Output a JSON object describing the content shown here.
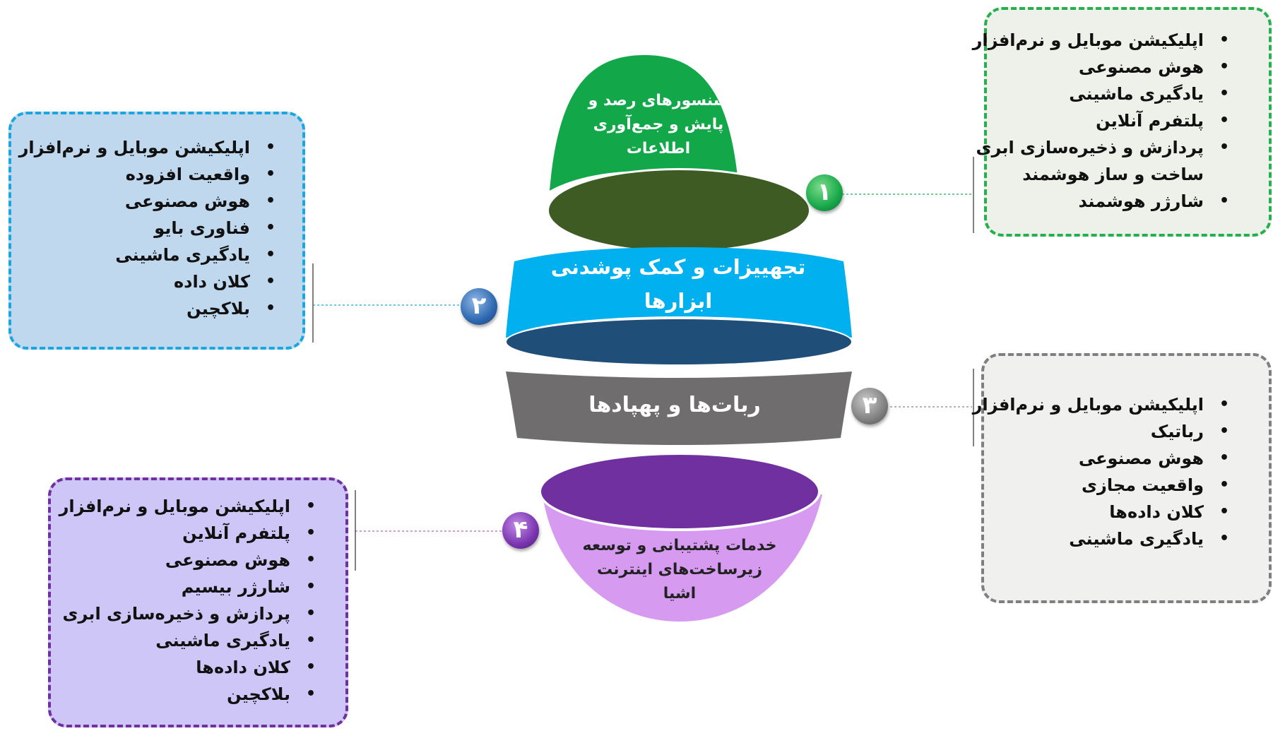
{
  "colors": {
    "green": "#12a84a",
    "green_dark": "#3d5b22",
    "blue": "#00b0ef",
    "blue_dark": "#1f4e79",
    "gray": "#6f6d6d",
    "purple_dark": "#7030a0",
    "purple_light": "#d69af0"
  },
  "layers": [
    {
      "number": "۱",
      "label": "سنسورهای رصد و پایش و جمع‌آوری اطلاعات",
      "label_lines": [
        "سنسورهای رصد و",
        "پایش و جمع‌آوری",
        "اطلاعات"
      ]
    },
    {
      "number": "۲",
      "label": "تجهییزات و کمک پوشدنی ابزارها",
      "label_lines": [
        "تجهییزات و کمک پوشدنی",
        "ابزارها"
      ]
    },
    {
      "number": "۳",
      "label": "ربات‌ها و پهپادها",
      "label_lines": [
        "ربات‌ها و پهپادها"
      ]
    },
    {
      "number": "۴",
      "label": "خدمات پشتیبانی و توسعه زیرساخت‌های اینترنت اشیا",
      "label_lines": [
        "خدمات پشتیبانی و توسعه",
        "زیرساخت‌های اینترنت",
        "اشیا"
      ]
    }
  ],
  "boxes": {
    "box1": [
      "اپلیکیشن موبایل و نرم‌افزار",
      "هوش مصنوعی",
      "یادگیری ماشینی",
      "پلتفرم آنلاین",
      "پردازش و ذخیره‌سازی ابری",
      "ساخت و ساز هوشمند",
      "شارژر هوشمند"
    ],
    "box2": [
      "اپلیکیشن موبایل و نرم‌افزار",
      "واقعیت افزوده",
      "هوش مصنوعی",
      "فناوری بایو",
      "یادگیری ماشینی",
      "کلان داده",
      "بلاکچین"
    ],
    "box3": [
      "اپلیکیشن موبایل و نرم‌افزار",
      "رباتیک",
      "هوش مصنوعی",
      "واقعیت مجازی",
      "کلان داده‌ها",
      "یادگیری ماشینی"
    ],
    "box4": [
      "اپلیکیشن موبایل و نرم‌افزار",
      "پلتفرم آنلاین",
      "هوش مصنوعی",
      "شارژر بیسیم",
      "پردازش و ذخیره‌سازی ابری",
      "یادگیری ماشینی",
      "کلان داده‌ها",
      "بلاکچین"
    ]
  }
}
